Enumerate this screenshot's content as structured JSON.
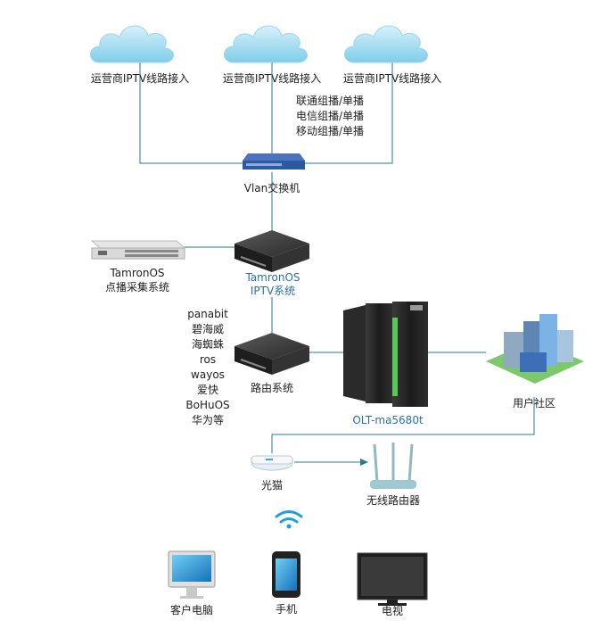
{
  "carriers": [
    {
      "label": "运营商IPTV线路接入"
    },
    {
      "label": "运营商IPTV线路接入"
    },
    {
      "label": "运营商IPTV线路接入"
    }
  ],
  "multicast_notes": [
    "联通组播/单播",
    "电信组播/单播",
    "移动组播/单播"
  ],
  "vlan_switch": {
    "label": "Vlan交换机"
  },
  "iptv_system": {
    "label_line1": "TamronOS",
    "label_line2": "IPTV系统"
  },
  "vod_system": {
    "label_line1": "TamronOS",
    "label_line2": "点播采集系统"
  },
  "router_system": {
    "label": "路由系统"
  },
  "router_options": [
    "panabit",
    "碧海威",
    "海蜘蛛",
    "ros",
    "wayos",
    "爱快",
    "BoHuOS",
    "华为等"
  ],
  "olt": {
    "label": "OLT-ma5680t"
  },
  "community": {
    "label": "用户社区"
  },
  "onu": {
    "label": "光猫"
  },
  "wireless_router": {
    "label": "无线路由器"
  },
  "devices": [
    {
      "label": "客户电脑",
      "icon": "desktop-computer-icon"
    },
    {
      "label": "手机",
      "icon": "mobile-phone-icon"
    },
    {
      "label": "电视",
      "icon": "television-icon"
    }
  ],
  "colors": {
    "line": "#2a7a8c",
    "iptv_label": "#2a6fb0",
    "wifi": "#1a9fe0",
    "switch": "#2c5aa0"
  }
}
